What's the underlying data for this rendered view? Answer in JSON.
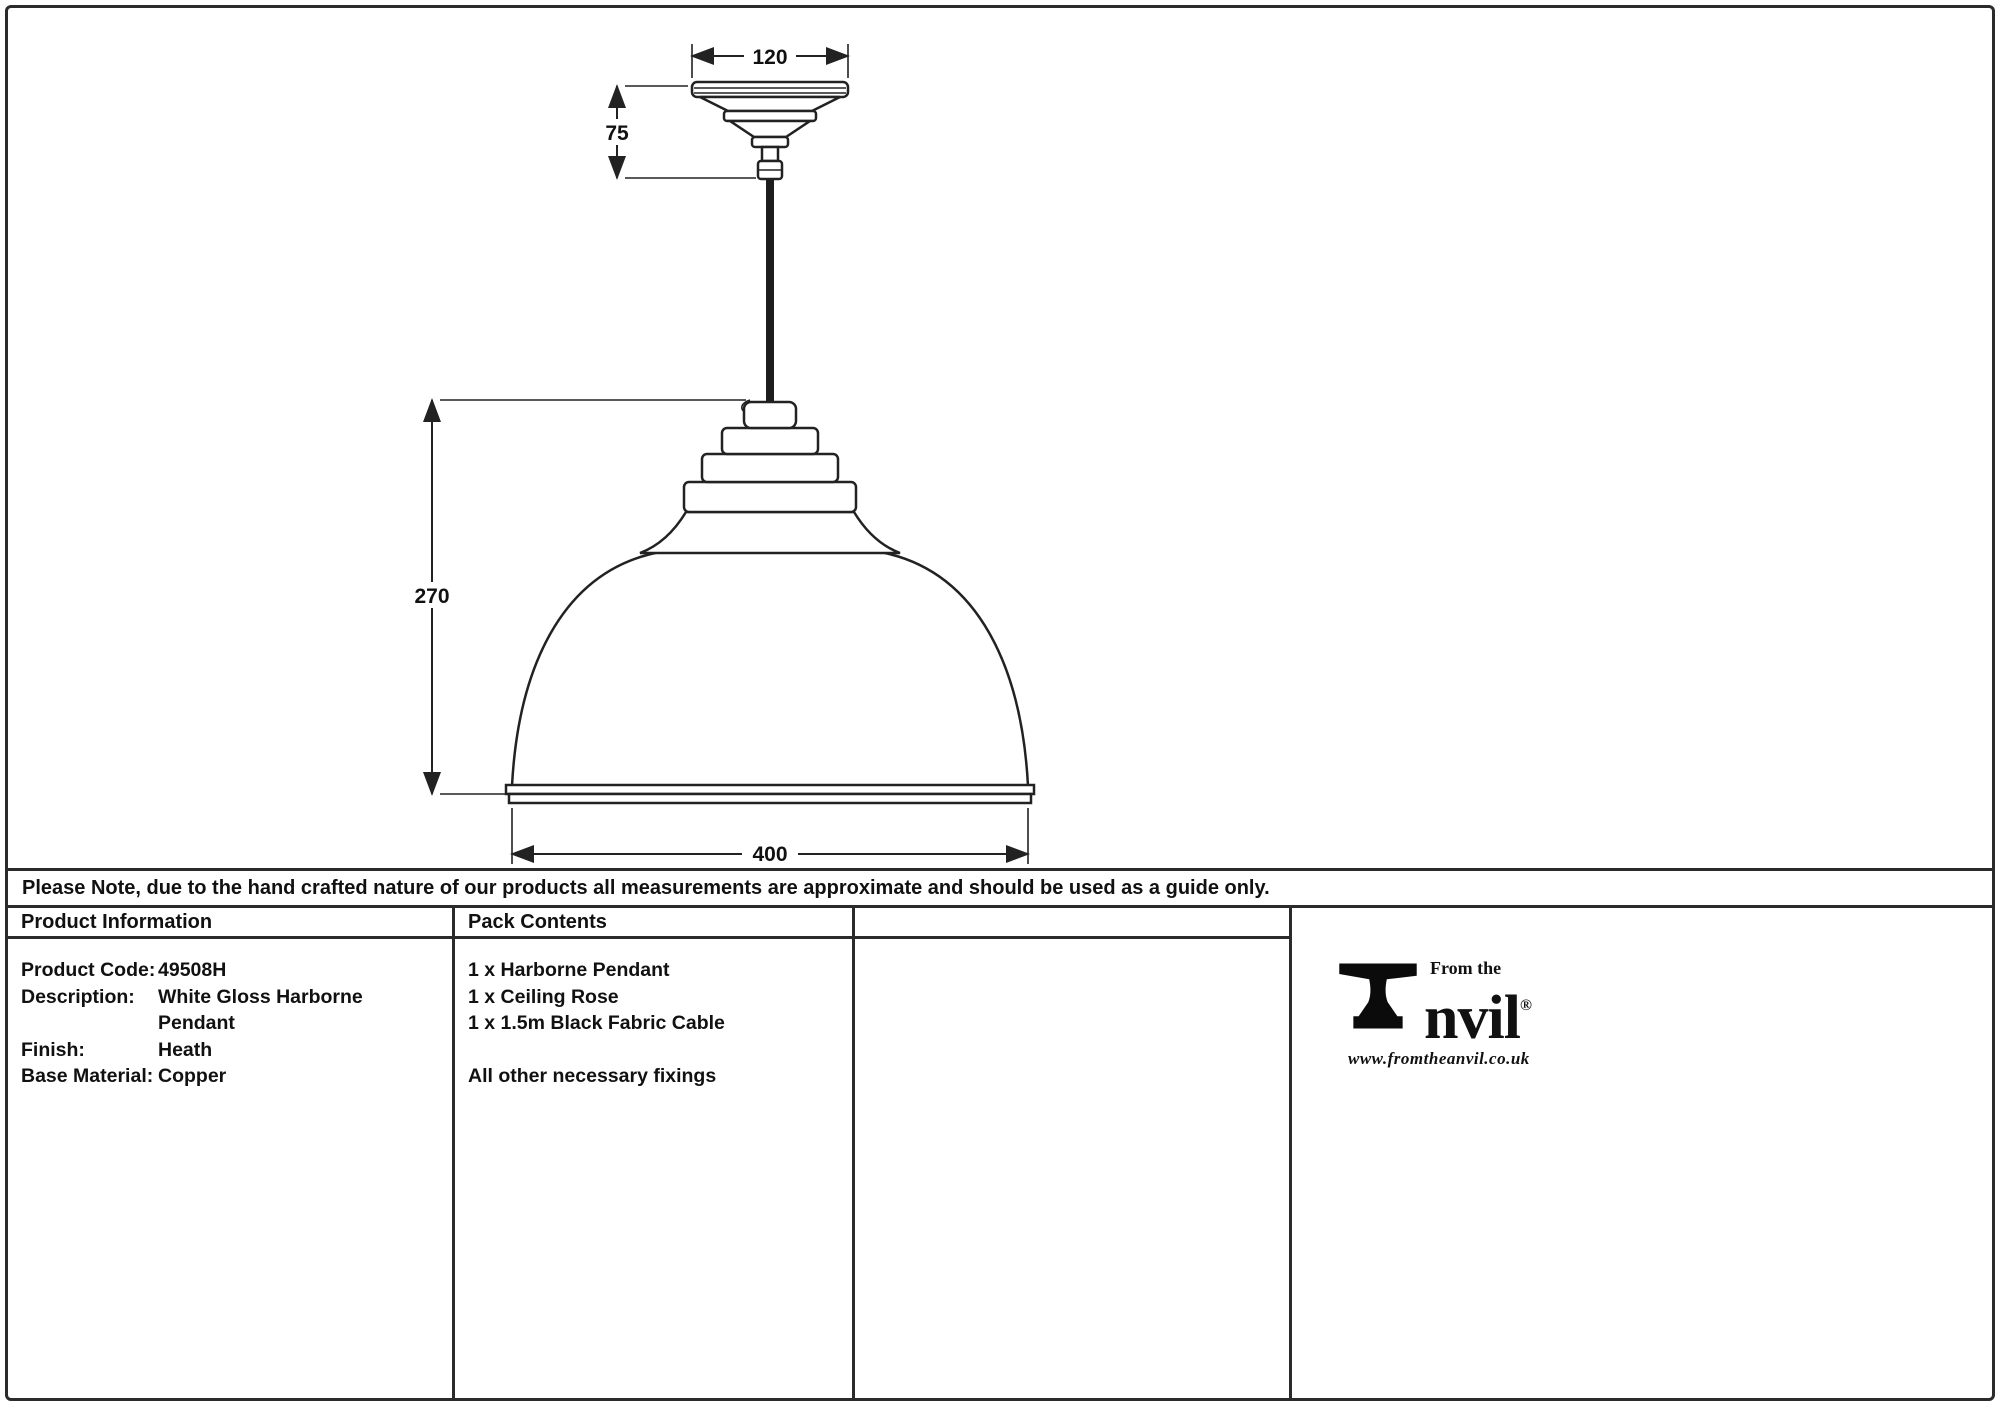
{
  "drawing": {
    "dims": {
      "rose_width": "120",
      "rose_height": "75",
      "pendant_height": "270",
      "shade_width": "400"
    }
  },
  "note": "Please Note, due to the hand crafted nature of our products all measurements are approximate and should be used as a guide only.",
  "product_info": {
    "header": "Product Information",
    "rows": [
      {
        "label": "Product Code:",
        "value": "49508H"
      },
      {
        "label": "Description:",
        "value": "White Gloss Harborne Pendant"
      },
      {
        "label": "Finish:",
        "value": "Heath"
      },
      {
        "label": "Base Material:",
        "value": "Copper"
      }
    ]
  },
  "pack_contents": {
    "header": "Pack Contents",
    "items": [
      "1 x Harborne Pendant",
      "1 x Ceiling Rose",
      "1 x 1.5m Black Fabric Cable"
    ],
    "footer": "All other necessary fixings"
  },
  "logo": {
    "prefix": "From the",
    "suffix": "nvil",
    "registered": "®",
    "url": "www.fromtheanvil.co.uk"
  }
}
